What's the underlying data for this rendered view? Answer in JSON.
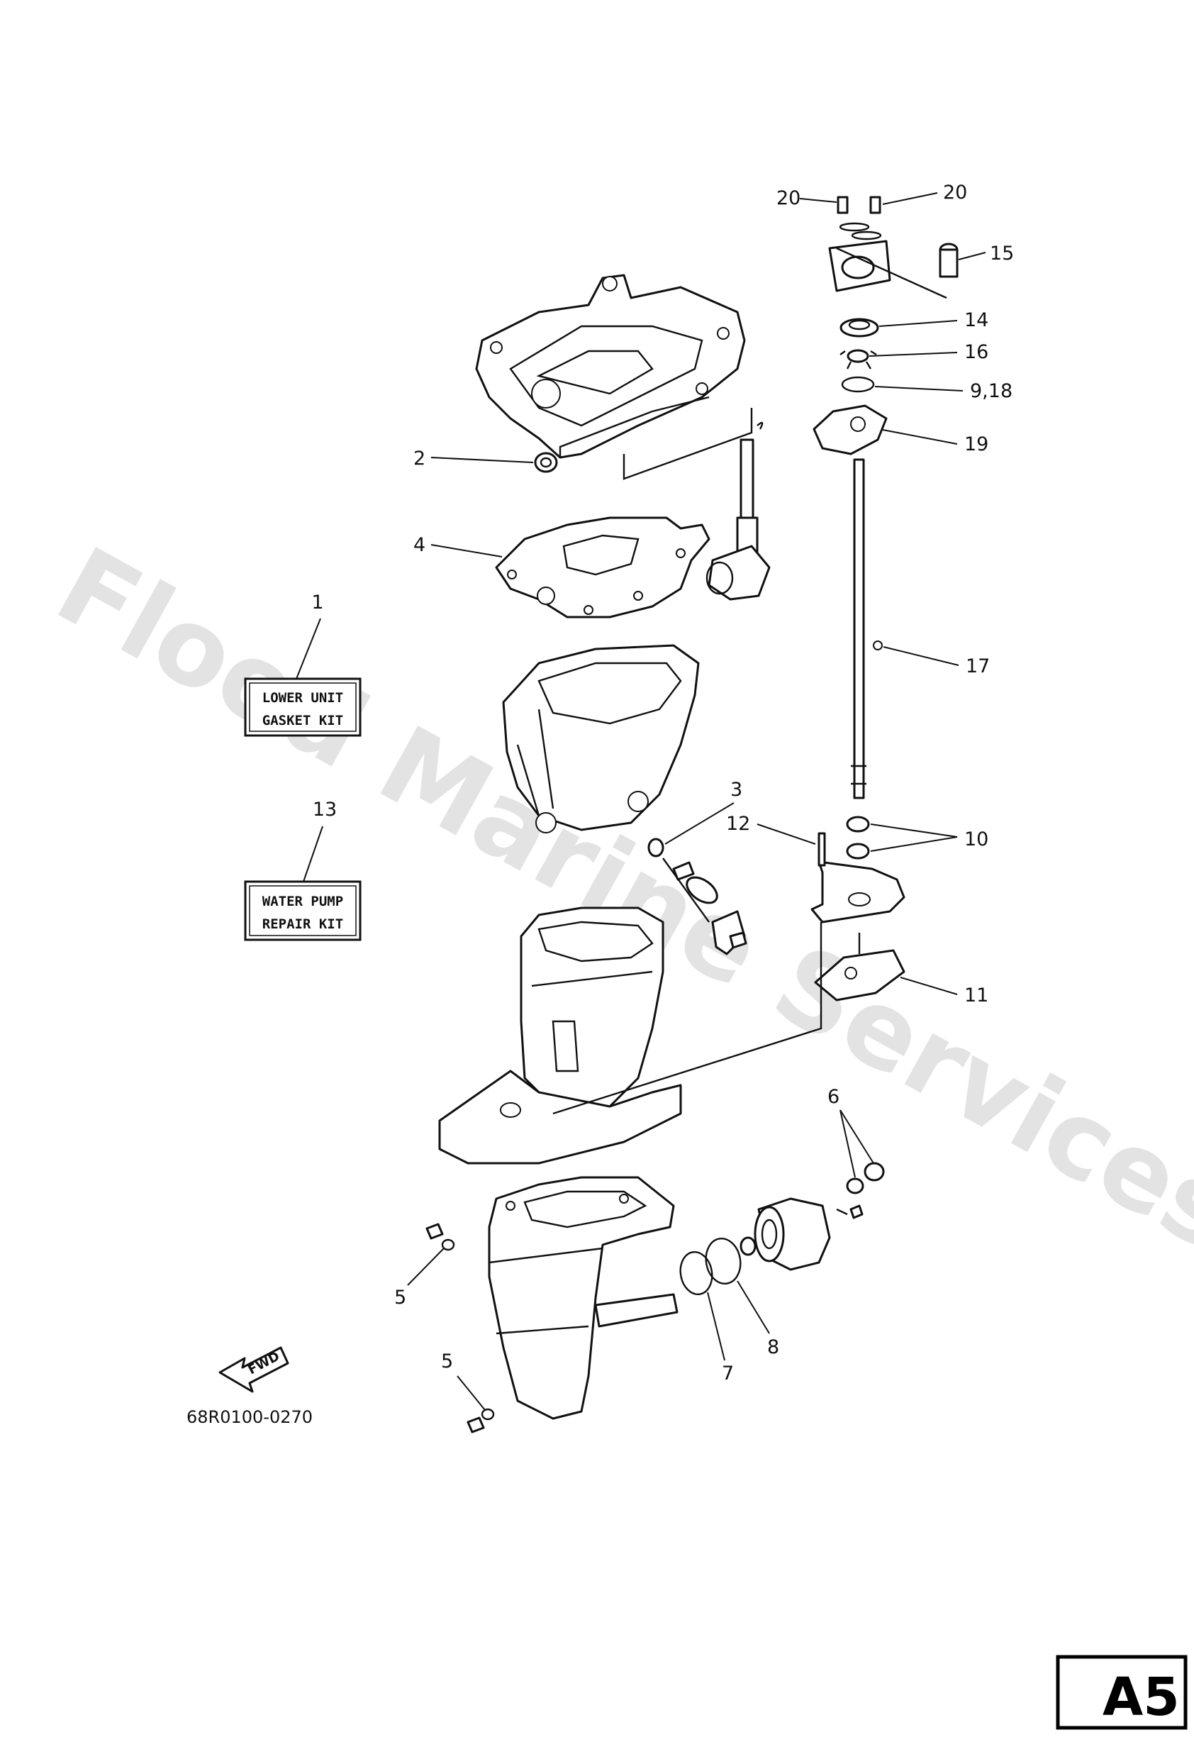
{
  "watermark": "Flood Marine Services",
  "drawing_number": "68R0100-0270",
  "page_id": "A5",
  "fwd_label": "FWD",
  "kits": {
    "lower_unit": {
      "number": "1",
      "line1": "LOWER UNIT",
      "line2": "GASKET KIT"
    },
    "water_pump": {
      "number": "13",
      "line1": "WATER PUMP",
      "line2": "REPAIR KIT"
    }
  },
  "callouts": {
    "c2": "2",
    "c3": "3",
    "c4": "4",
    "c5a": "5",
    "c5b": "5",
    "c6": "6",
    "c7": "7",
    "c8": "8",
    "c9_18": "9,18",
    "c10": "10",
    "c11": "11",
    "c12": "12",
    "c14": "14",
    "c15": "15",
    "c16": "16",
    "c17": "17",
    "c19": "19",
    "c20a": "20",
    "c20b": "20"
  }
}
